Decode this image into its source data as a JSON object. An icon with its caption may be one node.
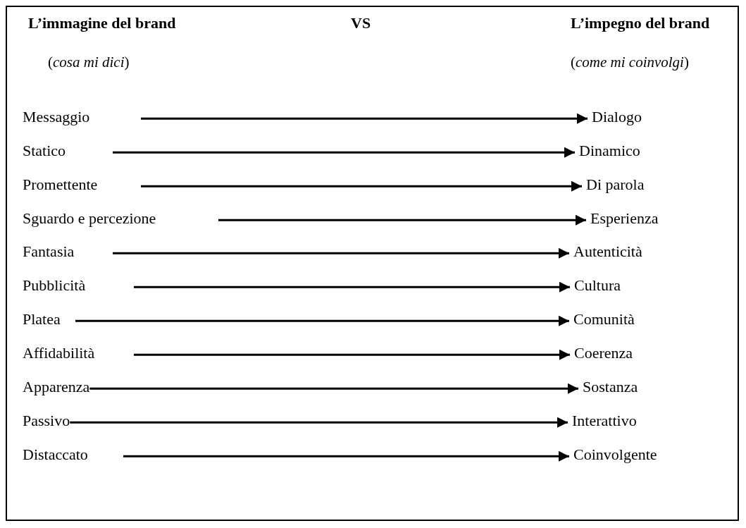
{
  "diagram": {
    "labels": [
      "L’immagine del brand",
      "VS",
      "L’impegno del brand",
      "(*cosa mi dici*)",
      "(*come mi coinvolgi*)"
    ],
    "nodes": [
      {
        "text": [
          "Messaggio"
        ]
      },
      {
        "text": [
          "Dialogo"
        ]
      },
      {
        "text": [
          "Statico"
        ]
      },
      {
        "text": [
          "Dinamico"
        ]
      },
      {
        "text": [
          "Promettente"
        ]
      },
      {
        "text": [
          "Di parola"
        ]
      },
      {
        "text": [
          "Sguardo e percezione"
        ]
      },
      {
        "text": [
          "Esperienza"
        ]
      },
      {
        "text": [
          "Fantasia"
        ]
      },
      {
        "text": [
          "Autenticità"
        ]
      },
      {
        "text": [
          "Pubblicità"
        ]
      },
      {
        "text": [
          "Cultura"
        ]
      },
      {
        "text": [
          "Platea"
        ]
      },
      {
        "text": [
          "Comunità"
        ]
      },
      {
        "text": [
          "Affidabilità"
        ]
      },
      {
        "text": [
          "Coerenza"
        ]
      },
      {
        "text": [
          "Apparenza"
        ]
      },
      {
        "text": [
          "Sostanza"
        ]
      },
      {
        "text": [
          "Passivo"
        ]
      },
      {
        "text": [
          "Interattivo"
        ]
      },
      {
        "text": [
          "Distaccato"
        ]
      },
      {
        "text": [
          "Coinvolgente"
        ]
      }
    ],
    "edges": [
      {
        "from": 0,
        "to": 1,
        "arrow": "to"
      },
      {
        "from": 2,
        "to": 3,
        "arrow": "to"
      },
      {
        "from": 4,
        "to": 5,
        "arrow": "to"
      },
      {
        "from": 6,
        "to": 7,
        "arrow": "to"
      },
      {
        "from": 8,
        "to": 9,
        "arrow": "to"
      },
      {
        "from": 10,
        "to": 11,
        "arrow": "to"
      },
      {
        "from": 12,
        "to": 13,
        "arrow": "to"
      },
      {
        "from": 14,
        "to": 15,
        "arrow": "to"
      },
      {
        "from": 16,
        "to": 17,
        "arrow": "to"
      },
      {
        "from": 18,
        "to": 19,
        "arrow": "to"
      },
      {
        "from": 20,
        "to": 21,
        "arrow": "to"
      }
    ]
  }
}
